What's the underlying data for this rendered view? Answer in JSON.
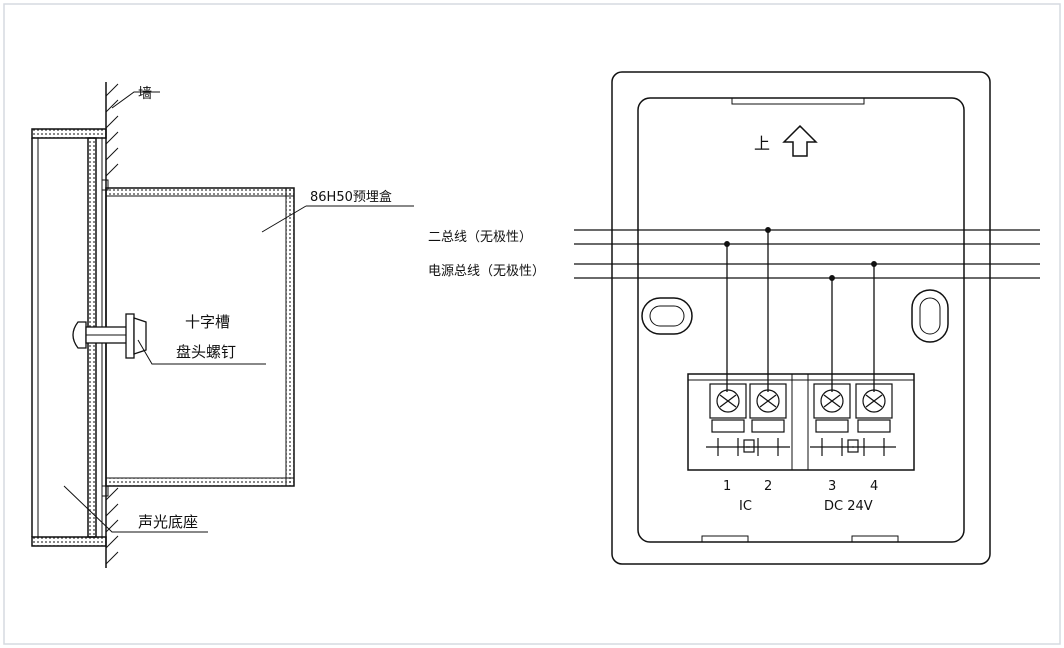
{
  "labels": {
    "wall": "墙",
    "box": "86H50预埋盒",
    "screw_line1": "十字槽",
    "screw_line2": "盘头螺钉",
    "base": "声光底座",
    "up": "上",
    "bus_line": "二总线（无极性）",
    "power_line": "电源总线（无极性）",
    "t1": "1",
    "t2": "2",
    "t3": "3",
    "t4": "4",
    "group_left": "IC",
    "group_right": "DC 24V"
  },
  "colors": {
    "line": "#111111",
    "background": "#ffffff",
    "frame": "#d6dae0"
  }
}
